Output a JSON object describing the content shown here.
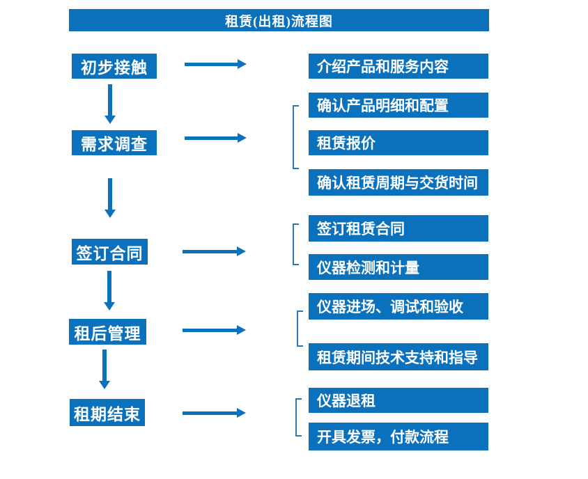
{
  "title": "租赁(出租)流程图",
  "colors": {
    "primary_blue": "#0b71bc",
    "connector_blue": "#2e75b6",
    "text_white": "#ffffff",
    "background": "#ffffff"
  },
  "flow": {
    "groups": [
      {
        "step": "初步接触",
        "details": [
          "介绍产品和服务内容"
        ]
      },
      {
        "step": "需求调查",
        "details": [
          "确认产品明细和配置",
          "租赁报价",
          "确认租赁周期与交货时间"
        ]
      },
      {
        "step": "签订合同",
        "details": [
          "签订租赁合同",
          "仪器检测和计量"
        ]
      },
      {
        "step": "租后管理",
        "details": [
          "仪器进场、调试和验收",
          "租赁期间技术支持和指导"
        ]
      },
      {
        "step": "租期结束",
        "details": [
          "仪器退租",
          "开具发票，付款流程"
        ]
      }
    ]
  }
}
